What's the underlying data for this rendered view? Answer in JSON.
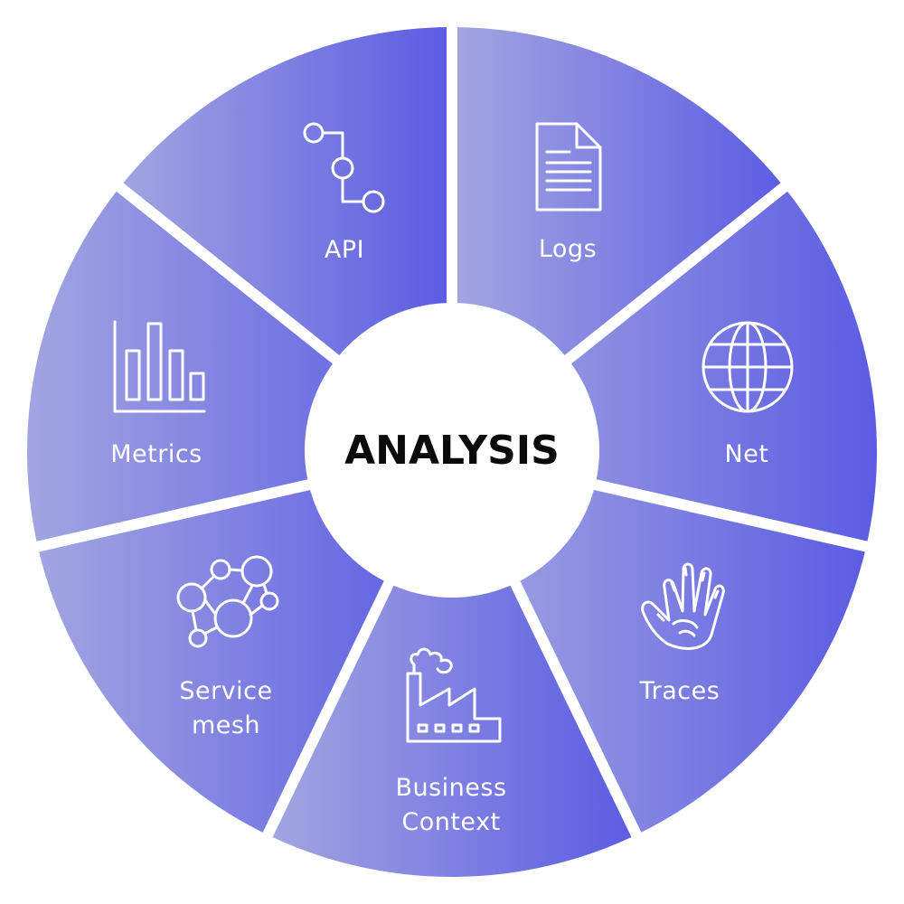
{
  "center": {
    "title": "ANALYSIS"
  },
  "colors": {
    "gradient_start": "#a3a6e0",
    "gradient_end": "#5b5be3",
    "separator": "#ffffff",
    "hub_fill": "#ffffff",
    "hub_text": "#0a0a0a"
  },
  "segments": [
    {
      "key": "api",
      "lines": [
        "API"
      ],
      "icon": "node-path-icon"
    },
    {
      "key": "logs",
      "lines": [
        "Logs"
      ],
      "icon": "document-icon"
    },
    {
      "key": "net",
      "lines": [
        "Net"
      ],
      "icon": "globe-icon"
    },
    {
      "key": "traces",
      "lines": [
        "Traces"
      ],
      "icon": "handprint-icon"
    },
    {
      "key": "business-context",
      "lines": [
        "Business",
        "Context"
      ],
      "icon": "factory-icon"
    },
    {
      "key": "service-mesh",
      "lines": [
        "Service",
        "mesh"
      ],
      "icon": "network-icon"
    },
    {
      "key": "metrics",
      "lines": [
        "Metrics"
      ],
      "icon": "bar-chart-icon"
    }
  ]
}
